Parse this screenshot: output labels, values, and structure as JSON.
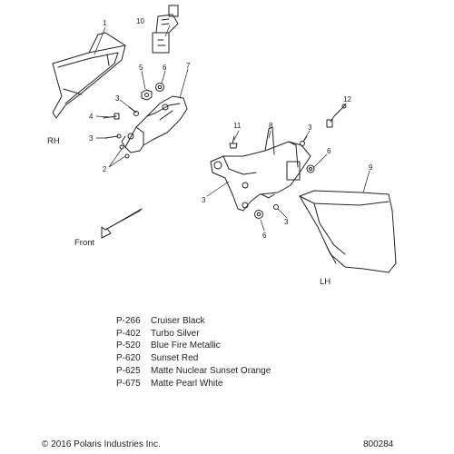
{
  "diagram": {
    "callouts": {
      "c1": "1",
      "c10": "10",
      "c5": "5",
      "c6a": "6",
      "c7": "7",
      "c3a": "3",
      "c4": "4",
      "c3b": "3",
      "c2": "2",
      "c11": "11",
      "c8": "8",
      "c3c": "3",
      "c12": "12",
      "c6b": "6",
      "c9": "9",
      "c3d": "3",
      "c3e": "3",
      "c6c": "6"
    },
    "rh_label": "RH",
    "lh_label": "LH",
    "front_label": "Front"
  },
  "color_codes": [
    {
      "code": "P-266",
      "name": "Cruiser Black"
    },
    {
      "code": "P-402",
      "name": "Turbo Silver"
    },
    {
      "code": "P-520",
      "name": "Blue Fire Metallic"
    },
    {
      "code": "P-620",
      "name": "Sunset Red"
    },
    {
      "code": "P-625",
      "name": "Matte Nuclear Sunset Orange"
    },
    {
      "code": "P-675",
      "name": "Matte Pearl White"
    }
  ],
  "footer": {
    "copyright": "© 2016 Polaris Industries Inc.",
    "part_number": "800284"
  }
}
